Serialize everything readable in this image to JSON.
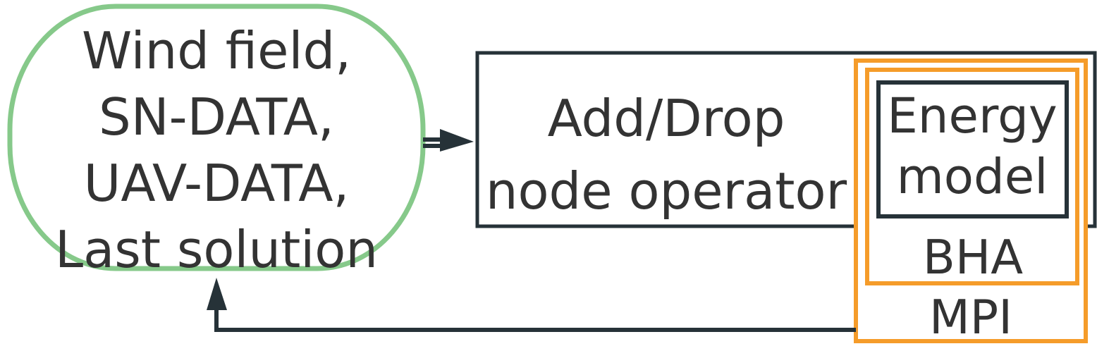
{
  "diagram": {
    "inputs_lines": [
      "Wind field,",
      "SN-DATA,",
      "UAV-DATA,",
      "Last solution"
    ],
    "operator_lines": [
      "Add/Drop",
      "node operator"
    ],
    "energy_lines": [
      "Energy",
      "model"
    ],
    "bha_label": "BHA",
    "mpi_label": "MPI"
  },
  "colors": {
    "green_border": "#86c98a",
    "orange_border": "#f59c2a",
    "dark_border": "#263238",
    "text": "#333333"
  }
}
